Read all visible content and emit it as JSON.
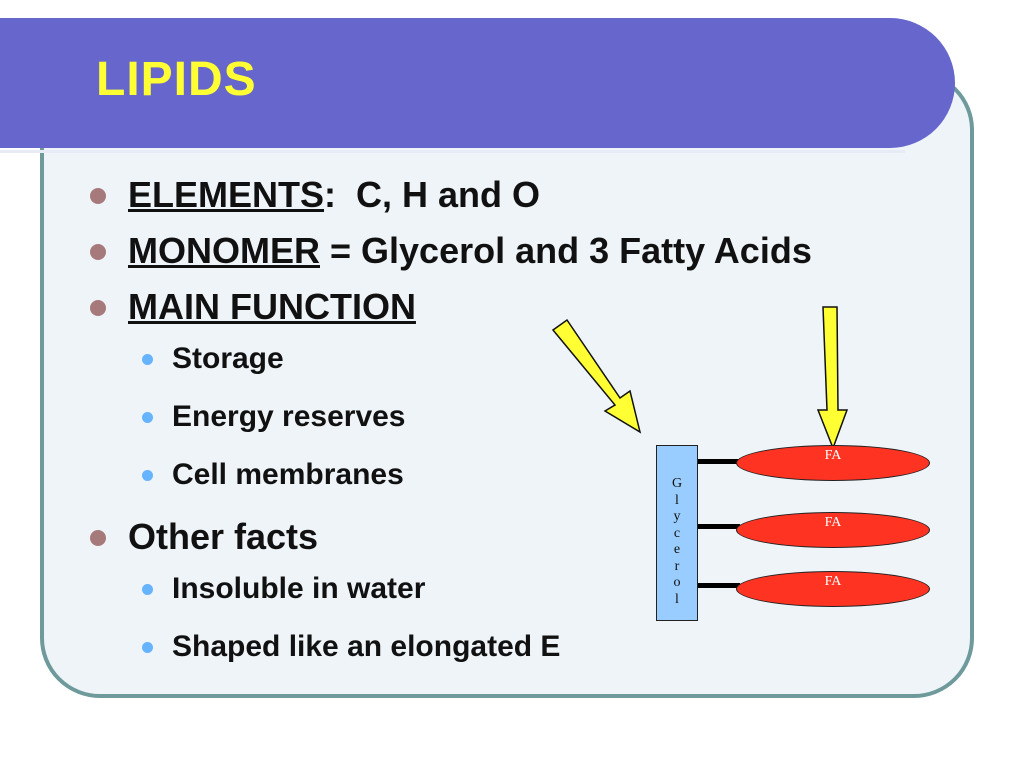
{
  "slide": {
    "title": "LIPIDS",
    "bullets": {
      "elements_label": "ELEMENTS",
      "elements_value": ":  C, H and O",
      "monomer_label": "MONOMER",
      "monomer_value": " = Glycerol and 3 Fatty Acids",
      "function_label": "MAIN FUNCTION",
      "functions": [
        "Storage",
        "Energy reserves",
        "Cell membranes"
      ],
      "other_label": "Other facts",
      "facts": [
        "Insoluble in water",
        "Shaped like an elongated E"
      ]
    }
  },
  "diagram": {
    "glycerol_letters": [
      "G",
      "l",
      "y",
      "c",
      "e",
      "r",
      "o",
      "l"
    ],
    "fatty_acids": [
      "FA",
      "FA",
      "FA"
    ],
    "colors": {
      "glycerol": "#99ccff",
      "fatty_acid": "#ff3322",
      "arrow": "#ffff33"
    }
  }
}
